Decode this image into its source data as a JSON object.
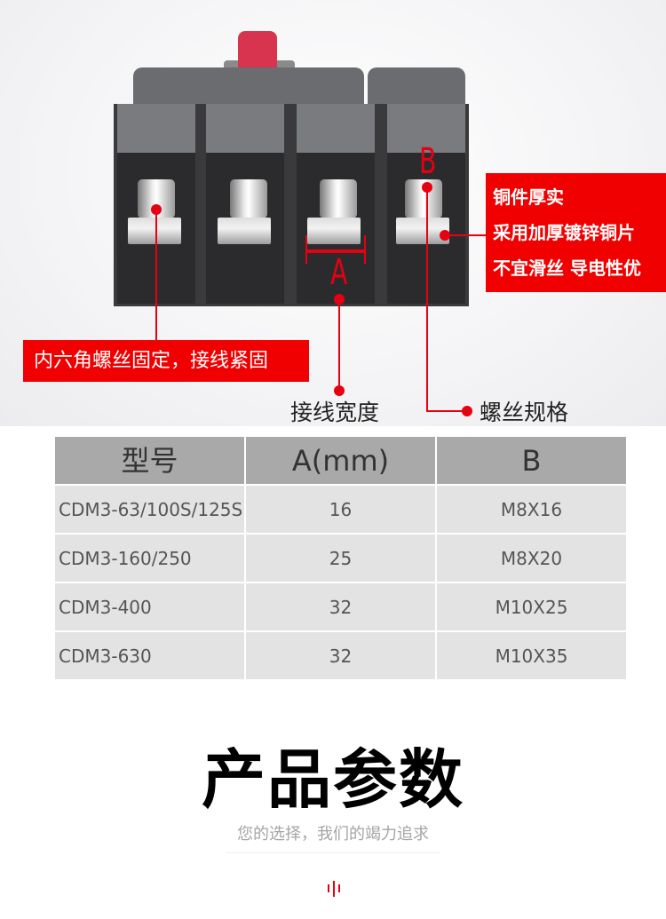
{
  "callouts": {
    "copper": [
      "铜件厚实",
      "采用加厚镀锌铜片",
      "不宜滑丝 导电性优"
    ],
    "hex_screw": "内六角螺丝固定，接线紧固",
    "wire_width": "接线宽度",
    "screw_spec": "螺丝规格",
    "letter_a": "A",
    "letter_b": "B"
  },
  "table": {
    "headers": [
      "型号",
      "A(mm)",
      "B"
    ],
    "rows": [
      [
        "CDM3-63/100S/125S",
        "16",
        "M8X16"
      ],
      [
        "CDM3-160/250",
        "25",
        "M8X20"
      ],
      [
        "CDM3-400",
        "32",
        "M10X25"
      ],
      [
        "CDM3-630",
        "32",
        "M10X35"
      ]
    ]
  },
  "section": {
    "title": "产品参数",
    "subtitle": "您的选择，我们的竭力追求"
  },
  "colors": {
    "accent": "#e50012",
    "table_header": "#a9a9aa",
    "table_row": "#e3e3e3"
  }
}
